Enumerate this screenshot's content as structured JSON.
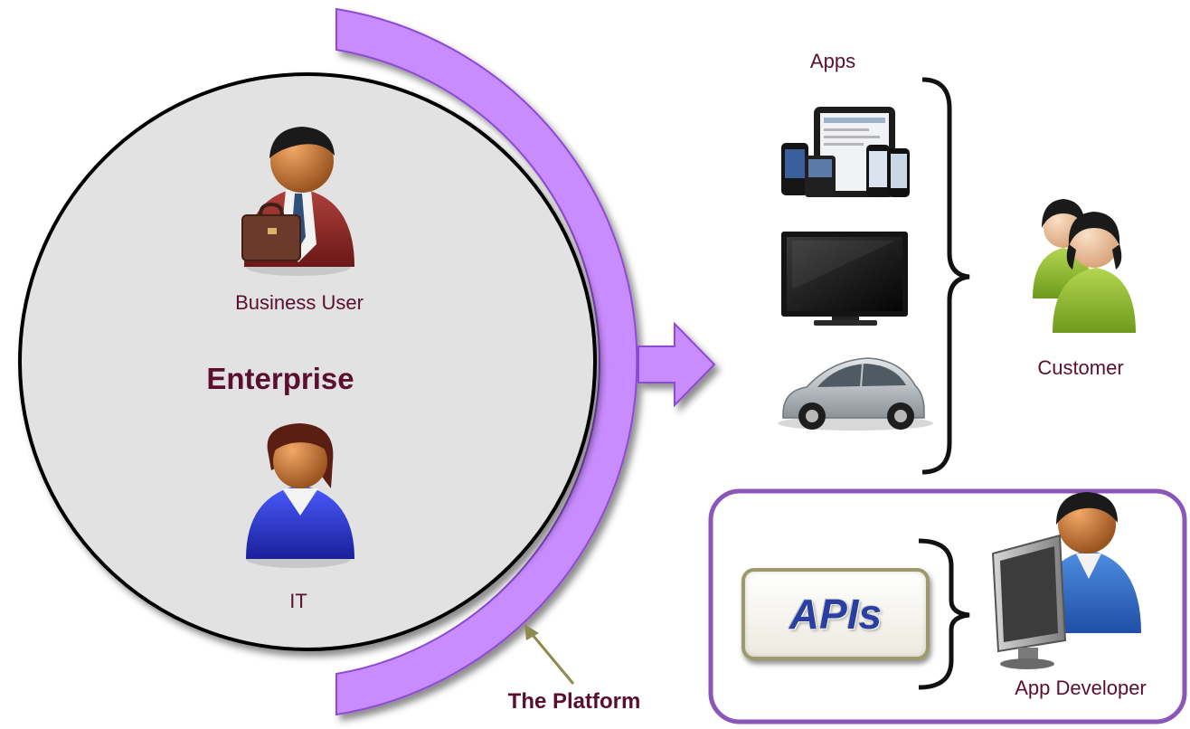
{
  "enterprise": {
    "title": "Enterprise",
    "business_user_label": "Business User",
    "it_label": "IT"
  },
  "platform": {
    "label": "The Platform"
  },
  "apps": {
    "title": "Apps",
    "items": [
      "mobile-devices",
      "television",
      "car"
    ]
  },
  "customer": {
    "label": "Customer"
  },
  "developer_panel": {
    "apis_label": "APIs",
    "app_developer_label": "App Developer"
  },
  "colors": {
    "arc_fill": "#c98cff",
    "arc_stroke": "#8e4ad6",
    "circle_fill": "#e2e2e2",
    "text": "#5a0f2e",
    "panel_border": "#8a56b8"
  }
}
